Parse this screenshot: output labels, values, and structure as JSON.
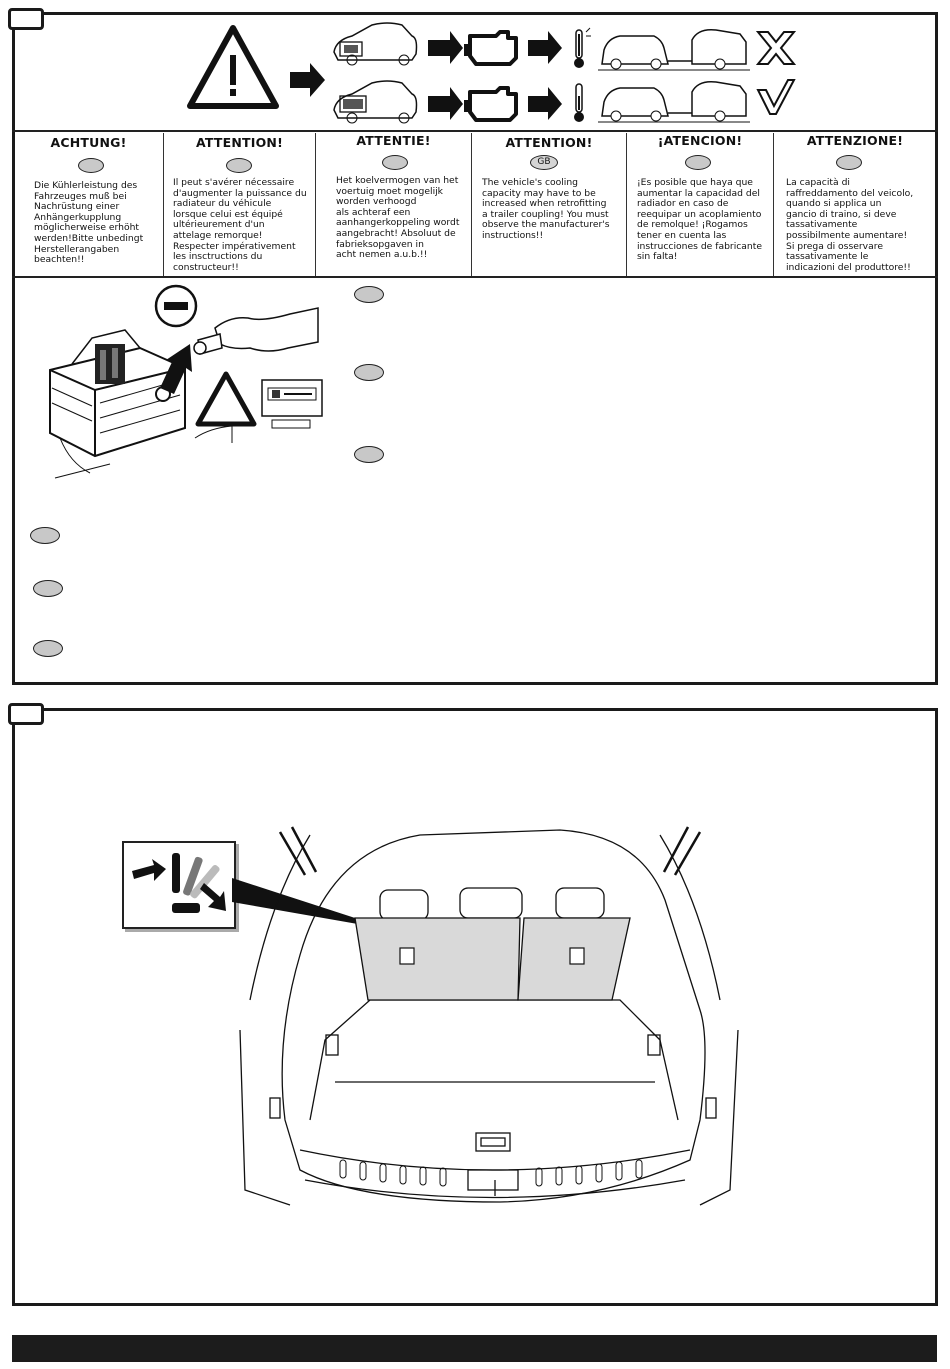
{
  "warnings": [
    {
      "title": "ACHTUNG!",
      "text": "Die Kühlerleistung des\nFahrzeuges muß bei\nNachrüstung einer\nAnhängerkupplung\nmöglicherweise erhöht\nwerden!Bitte unbedingt\nHerstellerangaben\nbeachten!!"
    },
    {
      "title": "ATTENTION!",
      "text": "Il peut s'avérer nécessaire\nd'augmenter la puissance du\nradiateur du véhicule\nlorsque celui est équipé\nultérieurement d'un\nattelage remorque!\nRespecter impérativement\nles insctructions du\nconstructeur!!"
    },
    {
      "title": "ATTENTIE!",
      "text": "Het koelvermogen van het\nvoertuig moet mogelijk\nworden verhoogd\nals achteraf een\naanhangerkoppeling wordt\naangebracht! Absoluut de\nfabrieksopgaven in\nacht nemen a.u.b.!!"
    },
    {
      "title": "ATTENTION!",
      "flag": "GB",
      "text": "The vehicle's cooling\ncapacity may have to be\nincreased when retrofitting\na trailer coupling! You must\nobserve the manufacturer's\ninstructions!!"
    },
    {
      "title": "¡ATENCION!",
      "text": "¡Es posible que haya que\naumentar la capacidad del\nradiador en caso de\nreequipar un acoplamiento\nde remolque! ¡Rogamos\ntener en cuenta las\ninstrucciones de fabricante\nsin falta!"
    },
    {
      "title": "ATTENZIONE!",
      "text": "La capacità di\nraffreddamento del veicolo,\nquando si applica un\ngancio di traino, si deve\ntassativamente\npossibilmente aumentare!\nSi prega di osservare\ntassativamente le\nindicazioni del produttore!!"
    }
  ],
  "icons": {
    "warning": "warning-triangle-icon",
    "engine": "engine-icon",
    "thermometer": "thermometer-icon",
    "reject": "x-mark-icon",
    "approve": "check-mark-icon",
    "minus": "minus-terminal-icon"
  },
  "colors": {
    "ink": "#1a1a1a",
    "oval": "#c8c8c8",
    "seat": "#d9d9d9"
  }
}
